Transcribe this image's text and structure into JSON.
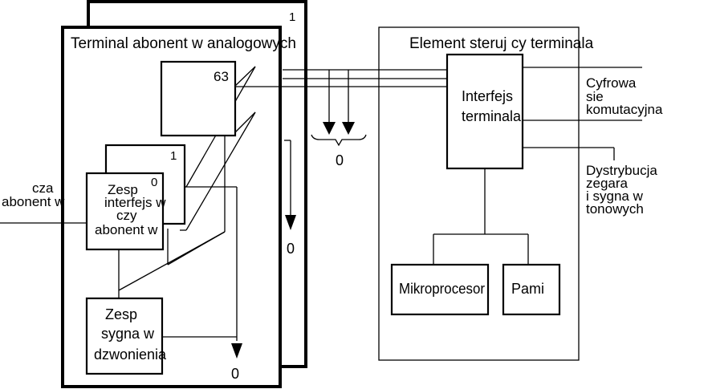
{
  "terminal": {
    "title": "Terminal abonent w analogowych",
    "back_card_number": "1",
    "group_count": "63",
    "inner_card_number": "1",
    "front_card_number": "0",
    "subscriber_interface_lines": [
      "Zesp",
      "interfejs w",
      "czy",
      "abonent w"
    ],
    "ringing_unit_lines": [
      "Zesp",
      "sygna  w",
      "dzwonienia"
    ],
    "subscriber_line_labels": [
      "cza",
      "abonent w"
    ],
    "zero_labels": [
      "0",
      "0",
      "0"
    ]
  },
  "controller": {
    "title": "Element steruj cy terminala",
    "interface_lines": [
      "Interfejs",
      "terminala"
    ],
    "microprocessor": "Mikroprocesor",
    "memory": "Pami",
    "digital_network_lines": [
      "Cyfrowa",
      "sie",
      "komutacyjna"
    ],
    "distribution_lines": [
      "Dystrybucja",
      "zegara",
      "i sygna  w",
      "tonowych"
    ]
  }
}
